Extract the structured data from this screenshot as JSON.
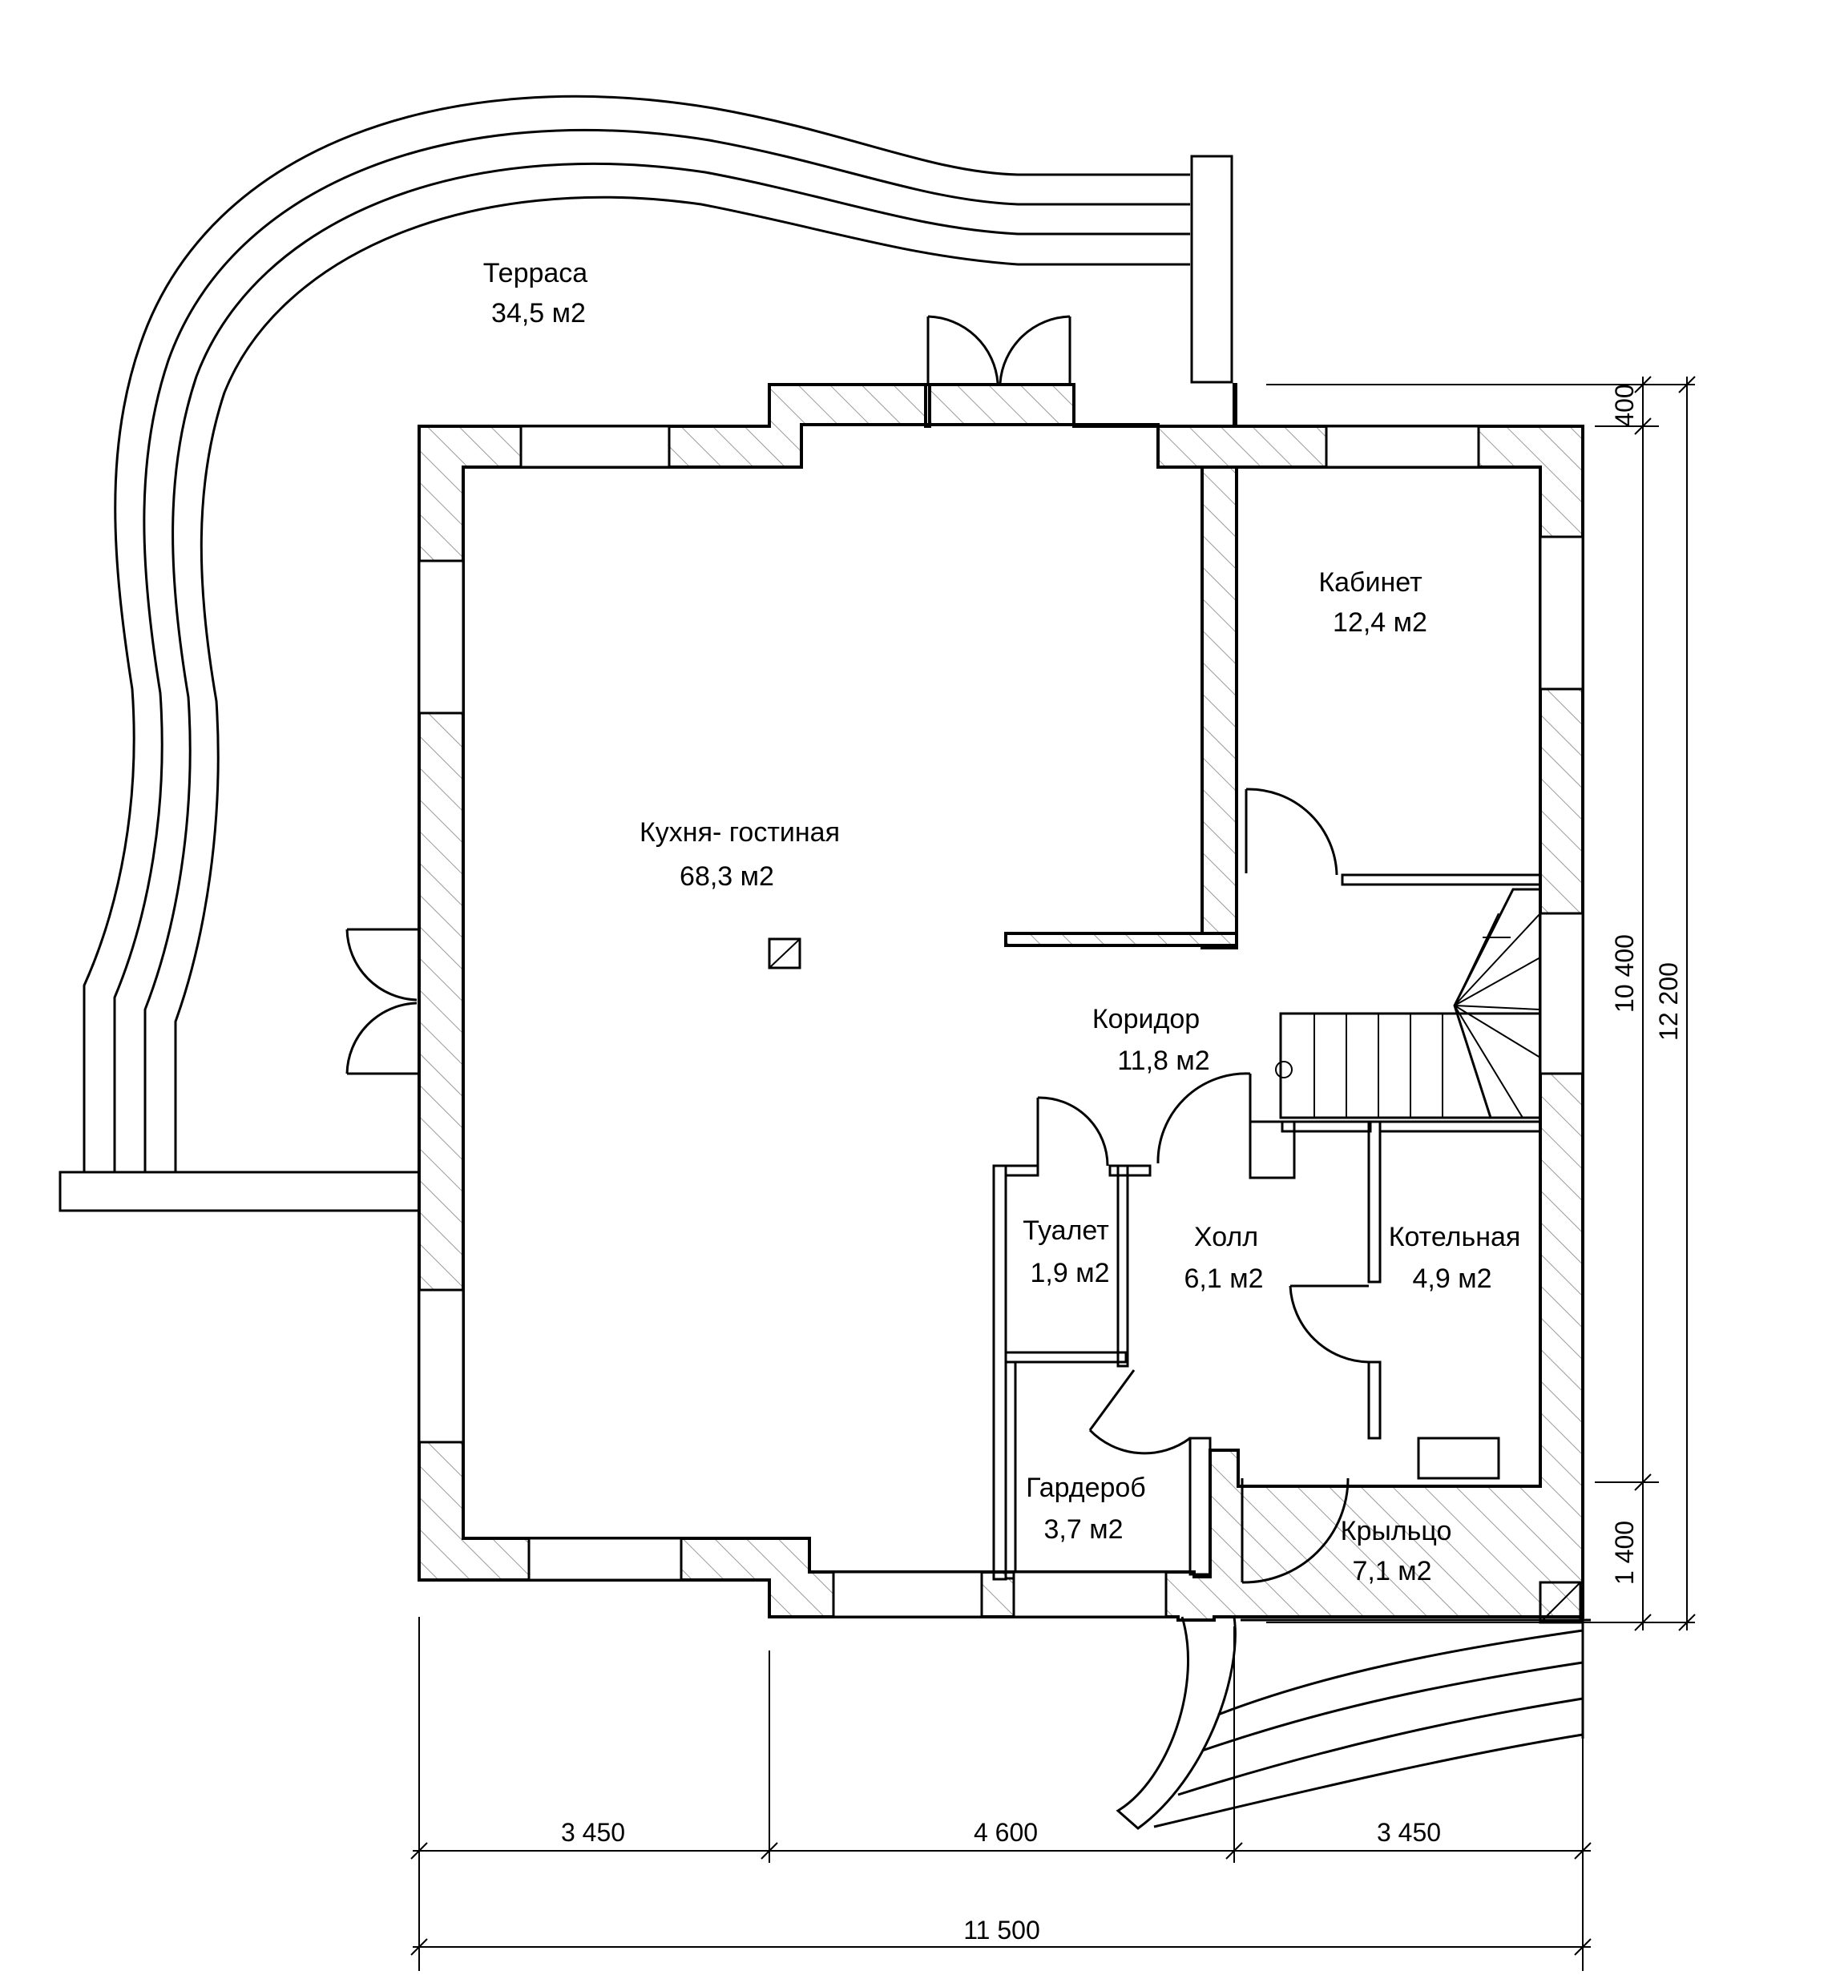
{
  "rooms": {
    "terrace": {
      "name": "Терраса",
      "area": "34,5 м2"
    },
    "kitchen": {
      "name": "Кухня- гостиная",
      "area": "68,3 м2"
    },
    "cabinet": {
      "name": "Кабинет",
      "area": "12,4 м2"
    },
    "corridor": {
      "name": "Коридор",
      "area": "11,8 м2"
    },
    "toilet": {
      "name": "Туалет",
      "area": "1,9 м2"
    },
    "hall": {
      "name": "Холл",
      "area": "6,1 м2"
    },
    "boiler": {
      "name": "Котельная",
      "area": "4,9 м2"
    },
    "wardrobe": {
      "name": "Гардероб",
      "area": "3,7 м2"
    },
    "porch": {
      "name": "Крыльцо",
      "area": "7,1 м2"
    }
  },
  "dimensions": {
    "bottom": [
      "3 450",
      "4 600",
      "3 450"
    ],
    "total_width": "11 500",
    "right": [
      "400",
      "10 400",
      "1 400"
    ],
    "total_height": "12 200"
  }
}
